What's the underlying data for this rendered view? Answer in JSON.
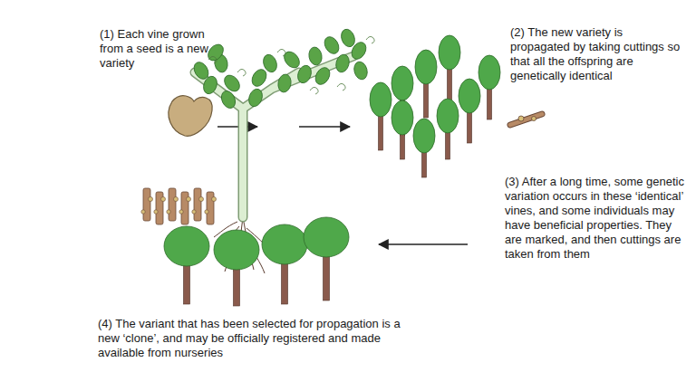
{
  "diagram": {
    "labels": [
      "(1) Each vine grown from a seed is a new variety",
      "(2) The new variety is propagated by taking cuttings so that all the offspring are genetically identical",
      "(3) After a long time, some genetic variation occurs in these ‘identical’ vines, and some individuals may have beneficial properties. They are marked, and then cuttings are taken from them",
      "(4) The variant that has been selected for propagation is a new ‘clone’, and may be officially registered and made available from nurseries"
    ]
  }
}
